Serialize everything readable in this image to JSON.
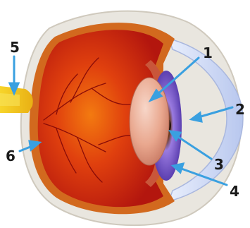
{
  "labels": {
    "one": "1",
    "two": "2",
    "three": "3",
    "four": "4",
    "five": "5",
    "six": "6"
  },
  "colors": {
    "sclera": "#e9e6df",
    "choroid": "#d2691e",
    "retina_dark": "#c81e0e",
    "retina_light": "#f0a42a",
    "cornea": "#c9d6f2",
    "iris": "#7b56c8",
    "lens": "#e9a78e",
    "optic_nerve": "#f2c418",
    "arrow": "#3aa0e0"
  }
}
